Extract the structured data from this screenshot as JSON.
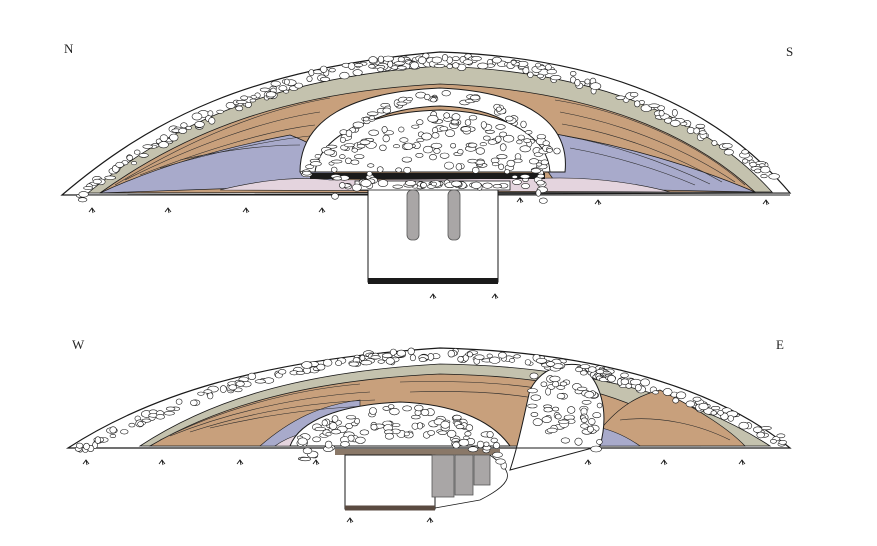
{
  "north_south_section": {
    "left_label": "N",
    "right_label": "S"
  },
  "west_east_section": {
    "left_label": "W",
    "right_label": "E"
  },
  "colors": {
    "stone_fill": "#ffffff",
    "stone_outline": "#1a1a1a",
    "turf_cap": "#c4c2ae",
    "clay_fill": "#c8a07c",
    "blue_layer": "#a8aacb",
    "pink_layer": "#e4d4de",
    "slab": "#a9a6a6",
    "old_ground": "#1a1a1a"
  }
}
